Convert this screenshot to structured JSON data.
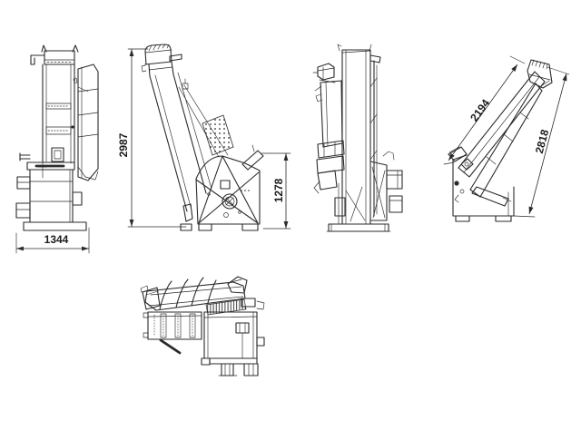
{
  "background_color": "#ffffff",
  "line_color": "#2b2b2b",
  "dimensions": {
    "base_width": "1344",
    "overall_height": "2987",
    "infeed_height": "1278",
    "conveyor_length": "2194",
    "transport_length": "2818"
  }
}
